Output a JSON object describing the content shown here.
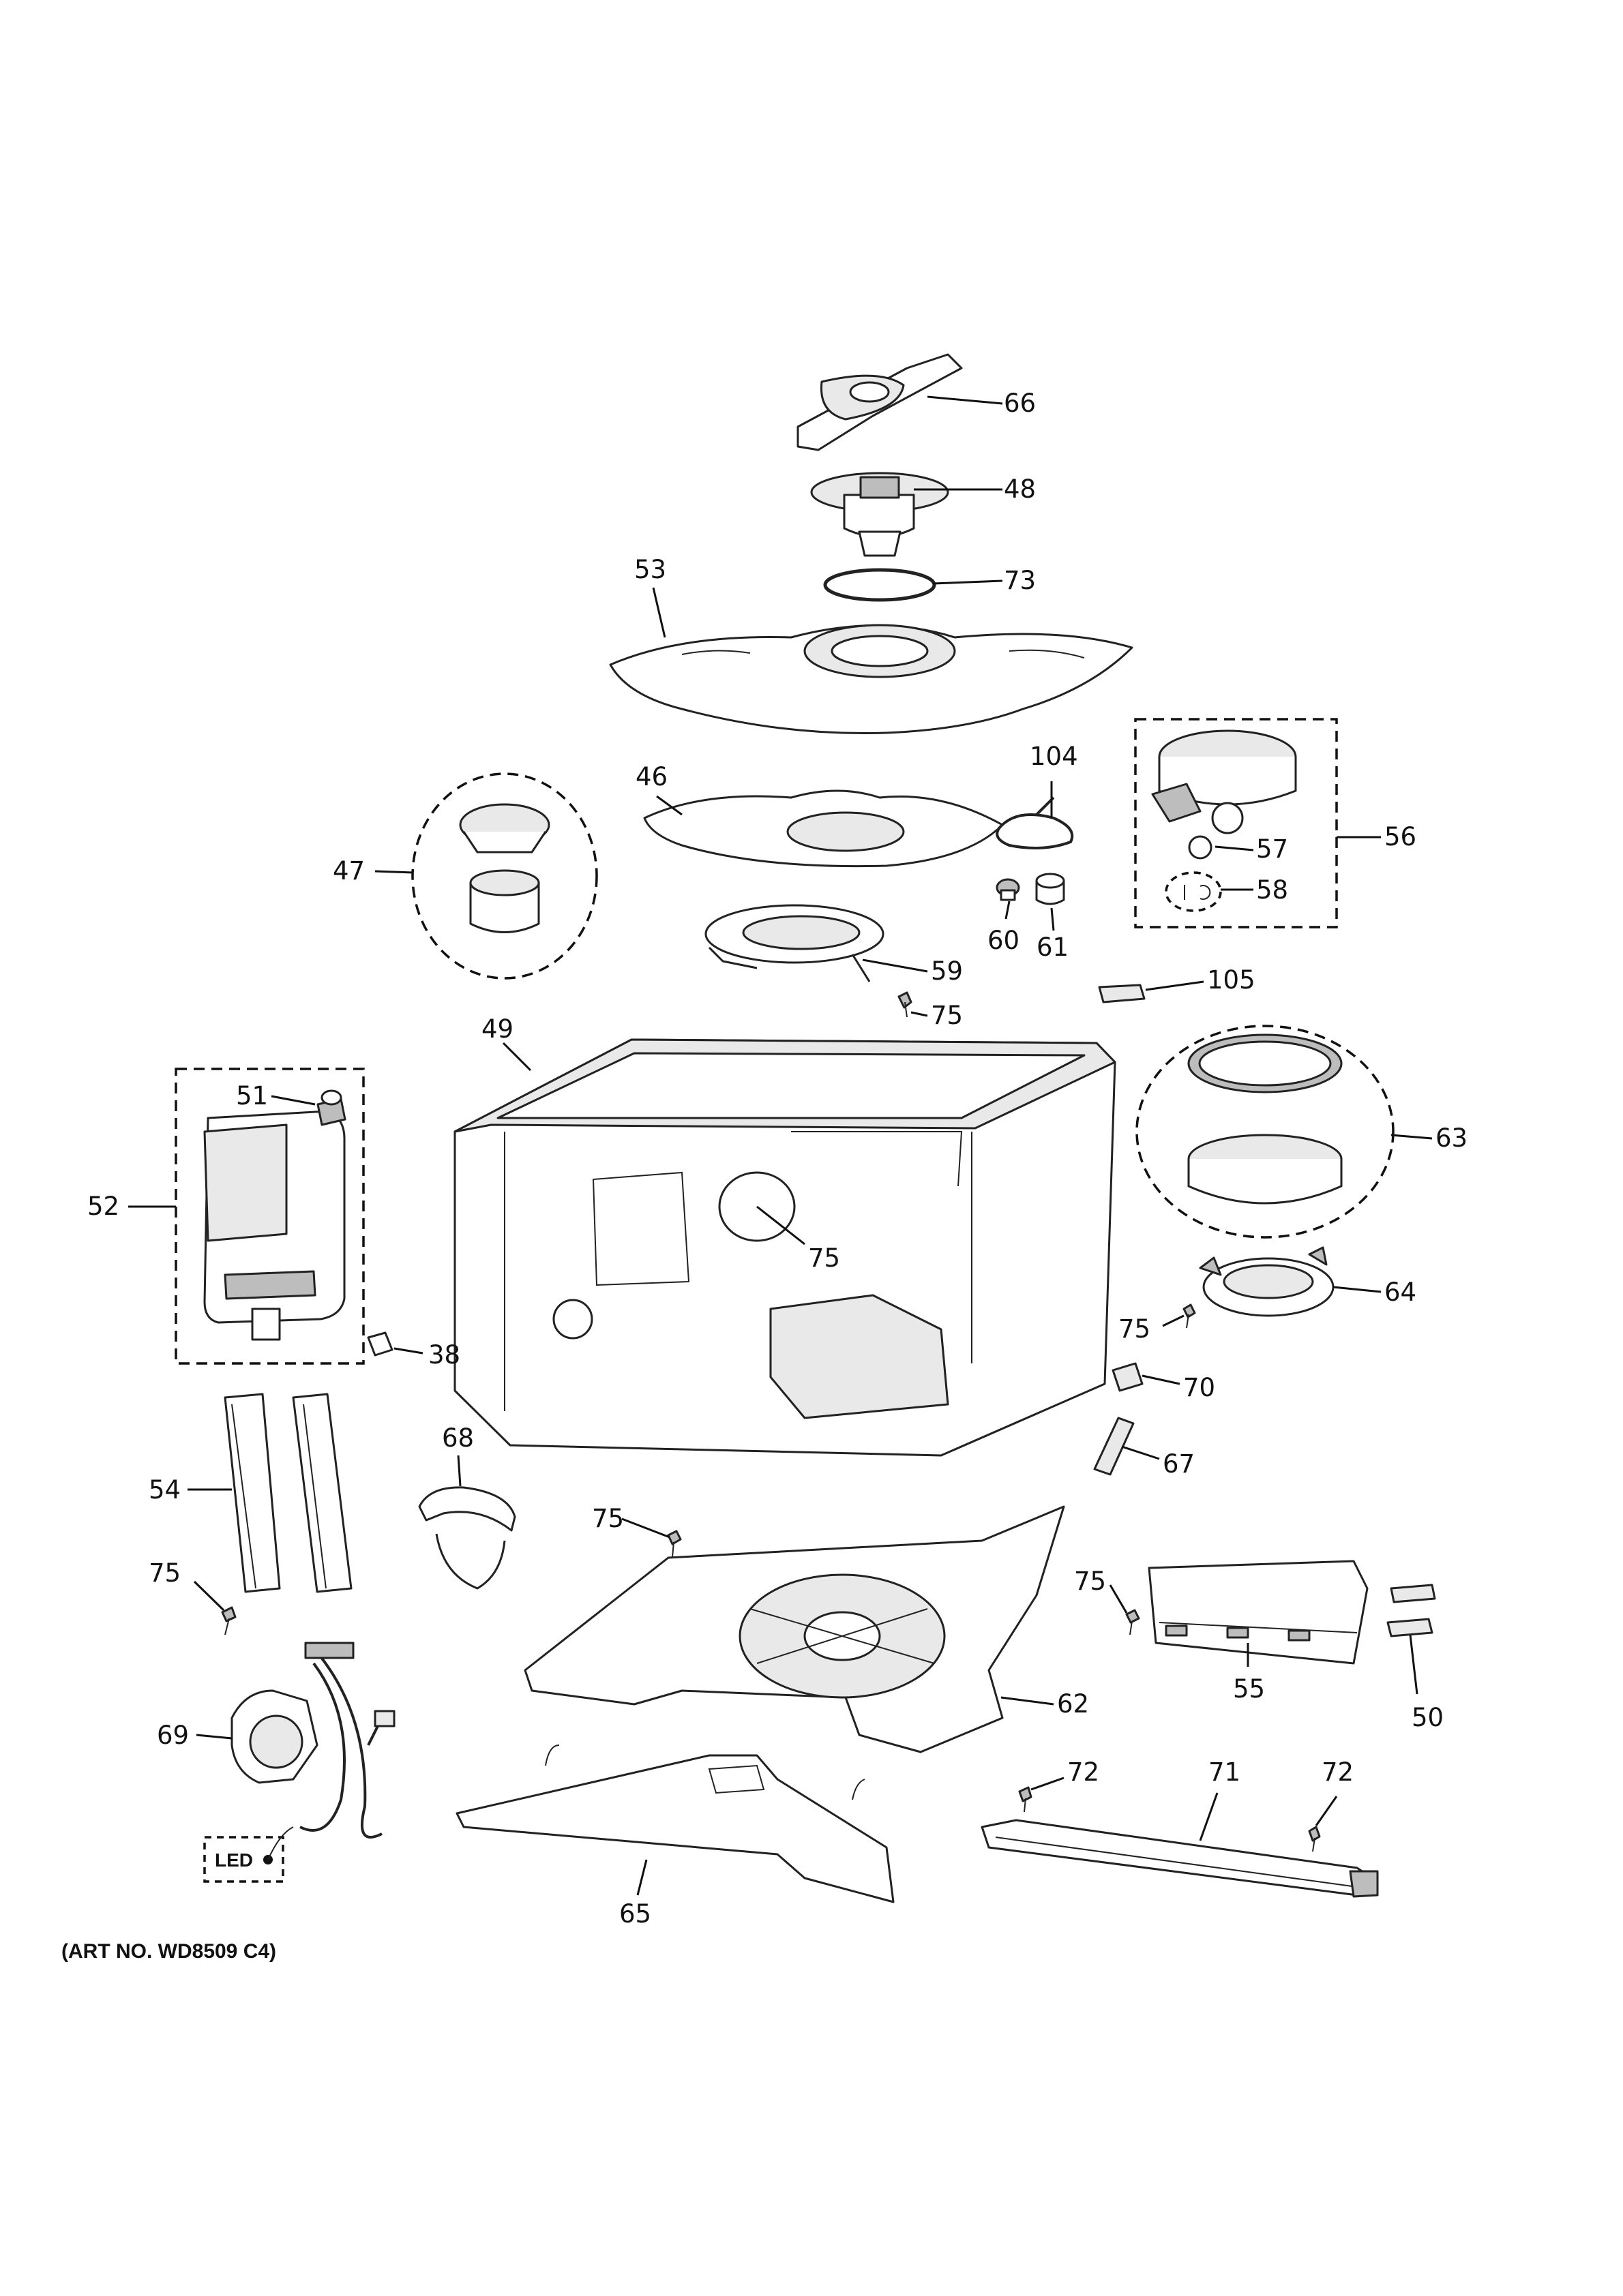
{
  "diagram": {
    "art_number": "(ART NO. WD8509 C4)",
    "led_label": "LED",
    "callouts": {
      "c66": "66",
      "c48": "48",
      "c73": "73",
      "c53": "53",
      "c104": "104",
      "c56": "56",
      "c57": "57",
      "c58": "58",
      "c46": "46",
      "c47": "47",
      "c60": "60",
      "c61": "61",
      "c59": "59",
      "c75a": "75",
      "c105": "105",
      "c49": "49",
      "c63": "63",
      "c51": "51",
      "c52": "52",
      "c75b": "75",
      "c64": "64",
      "c75c": "75",
      "c38": "38",
      "c70": "70",
      "c67": "67",
      "c68": "68",
      "c54": "54",
      "c75d": "75",
      "c75e": "75",
      "c75f": "75",
      "c55": "55",
      "c50": "50",
      "c69": "69",
      "c62": "62",
      "c72a": "72",
      "c72b": "72",
      "c71": "71",
      "c65": "65"
    }
  }
}
